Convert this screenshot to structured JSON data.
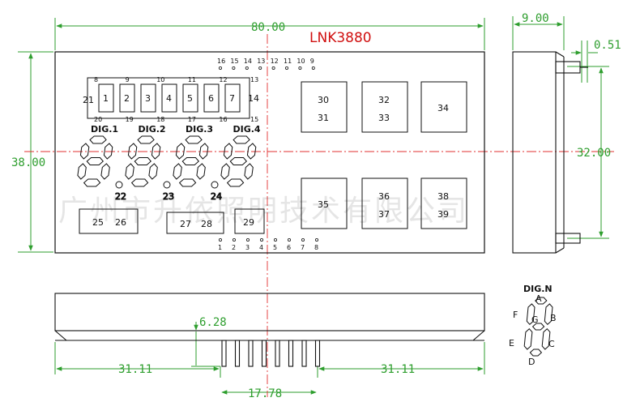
{
  "title": "LNK3880",
  "watermark": "广州市升依照明技术有限公司",
  "dimensions": {
    "width": "80.00",
    "depth": "9.00",
    "pin_thickness": "0.51",
    "height": "38.00",
    "window_height": "32.00",
    "pin_length": "6.28",
    "left_offset": "31.11",
    "right_offset": "31.11",
    "pin_span": "17.78"
  },
  "digits": {
    "labels": [
      "DIG.1",
      "DIG.2",
      "DIG.3",
      "DIG.4"
    ],
    "dot_labels": [
      "22",
      "23",
      "24"
    ]
  },
  "small_boxes": [
    "1",
    "2",
    "3",
    "4",
    "5",
    "6",
    "7"
  ],
  "box_pin_numbers": {
    "top": [
      "8",
      "9",
      "10",
      "11",
      "12",
      "13"
    ],
    "bottom": [
      "20",
      "19",
      "18",
      "17",
      "16",
      "15"
    ],
    "left": "21",
    "right": "14"
  },
  "top_pins": [
    "16",
    "15",
    "14",
    "13",
    "12",
    "11",
    "10",
    "9"
  ],
  "bottom_pins": [
    "1",
    "2",
    "3",
    "4",
    "5",
    "6",
    "7",
    "8"
  ],
  "icon_boxes": [
    {
      "line1": "30",
      "line2": "31"
    },
    {
      "line1": "32",
      "line2": "33"
    },
    {
      "line1": "34",
      "line2": ""
    },
    {
      "line1": "35",
      "line2": ""
    },
    {
      "line1": "36",
      "line2": "37"
    },
    {
      "line1": "38",
      "line2": "39"
    }
  ],
  "bottom_boxes": [
    {
      "a": "25",
      "b": "26"
    },
    {
      "a": "27",
      "b": "28"
    },
    {
      "a": "29",
      "b": ""
    }
  ],
  "legend": {
    "title": "DIG.N",
    "segments": [
      "A",
      "B",
      "C",
      "D",
      "E",
      "F",
      "G"
    ]
  }
}
